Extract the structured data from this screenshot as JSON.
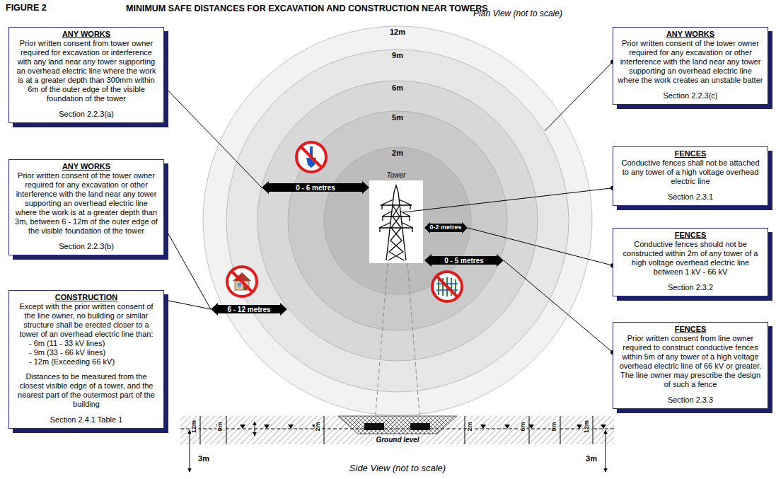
{
  "diagram": {
    "title": "MINIMUM SAFE DISTANCES FOR EXCAVATION AND CONSTRUCTION NEAR TOWERS",
    "nodes": [
      {
        "text": [
          "ANY WORKS",
          "Prior written consent from tower owner required for excavation or interference with any land near any tower supporting an overhead electric line where the work is at a greater depth than 300mm within 6m of the outer edge of the visible foundation of the tower",
          "Section 2.2.3(a)"
        ]
      },
      {
        "text": [
          "ANY WORKS",
          "Prior written consent of the tower owner required for any excavation or other interference with the land near any tower supporting an overhead electric line where the work is at a greater depth than 3m, between 6 - 12m of the outer edge of the visible foundation of the tower",
          "Section 2.2.3(b)"
        ]
      },
      {
        "text": [
          "CONSTRUCTION",
          "Except with the prior written consent of the line owner, no building or similar structure shall be erected closer to a tower of an overhead electric line than:",
          "- 6m (11 - 33 kV lines)",
          "- 9m (33 - 66 kV lines)",
          "- 12m (Exceeding 66 kV)",
          "Distances to be measured from the closest visible edge of a tower, and the nearest part of the outermost part of the building",
          "Section 2.4.1 Table 1"
        ]
      },
      {
        "text": [
          "ANY WORKS",
          "Prior written consent of the tower owner required for any excavation or other interference with the land near any tower supporting an overhead electric line where the work creates an unstable batter",
          "Section 2.2.3(c)"
        ]
      },
      {
        "text": [
          "FENCES",
          "Conductive fences shall not be attached to any tower of a high voltage overhead electric line",
          "Section 2.3.1"
        ]
      },
      {
        "text": [
          "FENCES",
          "Conductive fences should not be constructed within 2m of any tower of a high voltage overhead electric line between 1 kV - 66 kV",
          "Section 2.3.2"
        ]
      },
      {
        "text": [
          "FENCES",
          "Prior written consent from line owner required to construct conductive fences within 5m of any tower of a high voltage overhead electric line of 66 kV or greater. The line owner may prescribe the design of such a fence",
          "Section 2.3.3"
        ]
      }
    ],
    "labels": [
      "FIGURE 2",
      "Plan View (not to scale)",
      "12m",
      "9m",
      "6m",
      "5m",
      "2m",
      "Tower",
      "0 - 6 metres",
      "0-2 metres",
      "0 - 5 metres",
      "6 - 12 metres",
      "12m",
      "9m",
      "2m",
      "2m",
      "6m",
      "9m",
      "12m",
      "3m",
      "3m",
      "Ground level",
      "Side View (not to scale)"
    ]
  }
}
